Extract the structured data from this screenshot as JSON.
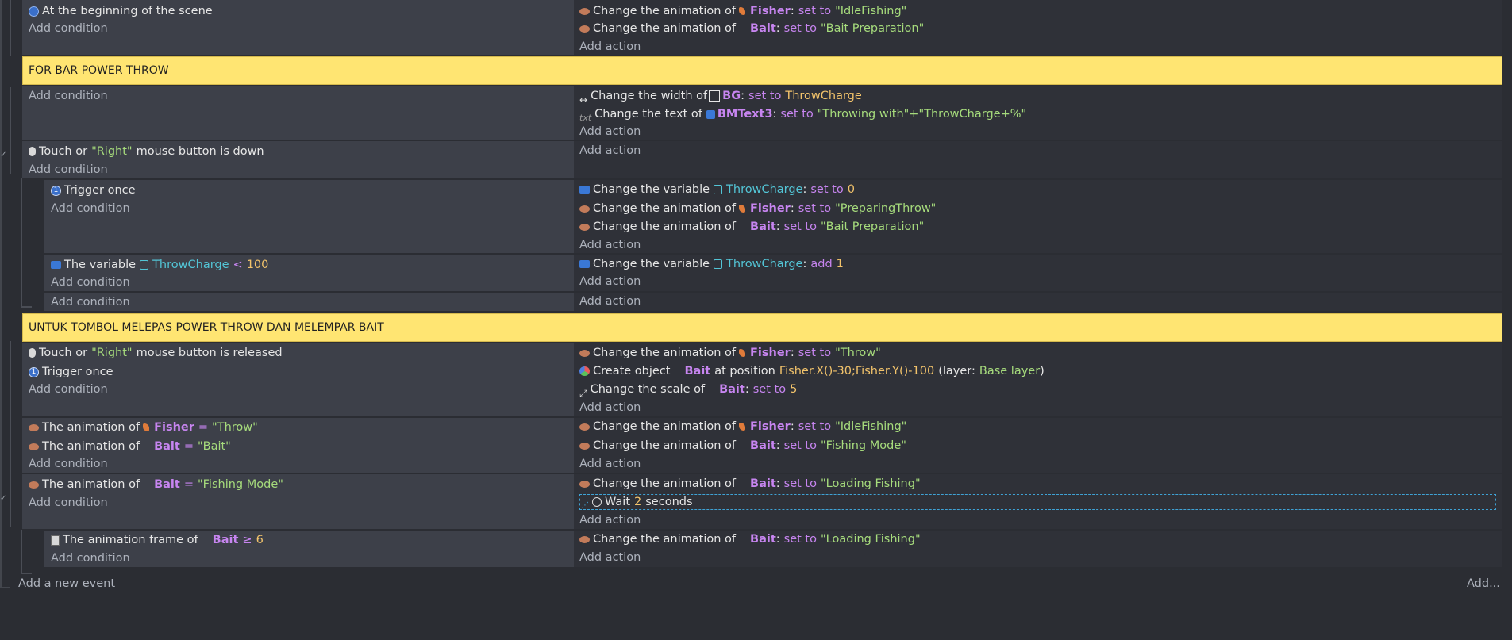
{
  "labels": {
    "add_condition": "Add condition",
    "add_action": "Add action",
    "add_event": "Add a new event",
    "add_menu": "Add...",
    "change_anim": "Change the animation of",
    "set_to": "set to",
    "add": "add",
    "change_var": "Change the variable",
    "the_var": "The variable",
    "anim_of": "The animation of",
    "trigger_once": "Trigger once",
    "touch_or": "Touch or",
    "mouse_down": "mouse button is down",
    "mouse_released": "mouse button is released",
    "right": "\"Right\"",
    "fisher": "Fisher",
    "bait": "Bait",
    "throwcharge": "ThrowCharge"
  },
  "ev1": {
    "condition": "At the beginning of the scene",
    "a1_val": "\"IdleFishing\"",
    "a2_val": "\"Bait Preparation\""
  },
  "comment1": "FOR BAR POWER THROW",
  "ev2": {
    "width_label": "Change the width of",
    "width_obj": "BG",
    "width_val": "ThrowCharge",
    "text_label": "Change the text of",
    "text_obj": "BMText3",
    "text_val": "\"Throwing with\"+\"ThrowCharge+%\""
  },
  "ev3": {
    "sub1": {
      "a1_val": "0",
      "a2_val": "\"PreparingThrow\"",
      "a3_val": "\"Bait Preparation\""
    },
    "sub2": {
      "op": "<",
      "val": "100",
      "a1_val": "1"
    }
  },
  "comment2": "UNTUK TOMBOL MELEPAS POWER THROW DAN MELEMPAR BAIT",
  "ev4": {
    "a1_val": "\"Throw\"",
    "create_label": "Create object",
    "at_position": "at position",
    "position": "Fisher.X()-30;Fisher.Y()-100",
    "layer_prefix": "(layer:",
    "layer": "Base layer",
    "layer_suffix": ")",
    "scale_label": "Change the scale of",
    "scale_val": "5"
  },
  "ev5": {
    "c1_val": "\"Throw\"",
    "c2_val": "\"Bait\"",
    "eq": "=",
    "a1_val": "\"IdleFishing\"",
    "a2_val": "\"Fishing Mode\""
  },
  "ev6": {
    "c1_val": "\"Fishing Mode\"",
    "a1_val": "\"Loading Fishing\"",
    "wait_label": "Wait",
    "wait_num": "2",
    "wait_unit": "seconds",
    "sub": {
      "cond_label": "The animation frame of",
      "op": "≥",
      "val": "6",
      "a1_val": "\"Loading Fishing\""
    }
  },
  "colors": {
    "background": "#2b2d33",
    "condition_bg": "#3d4049",
    "action_bg": "#2f3138",
    "comment_bg": "#ffe572",
    "object_purple": "#c785f0",
    "string_green": "#a6db7c",
    "number_orange": "#f2c36b",
    "variable_cyan": "#53c5d6"
  }
}
